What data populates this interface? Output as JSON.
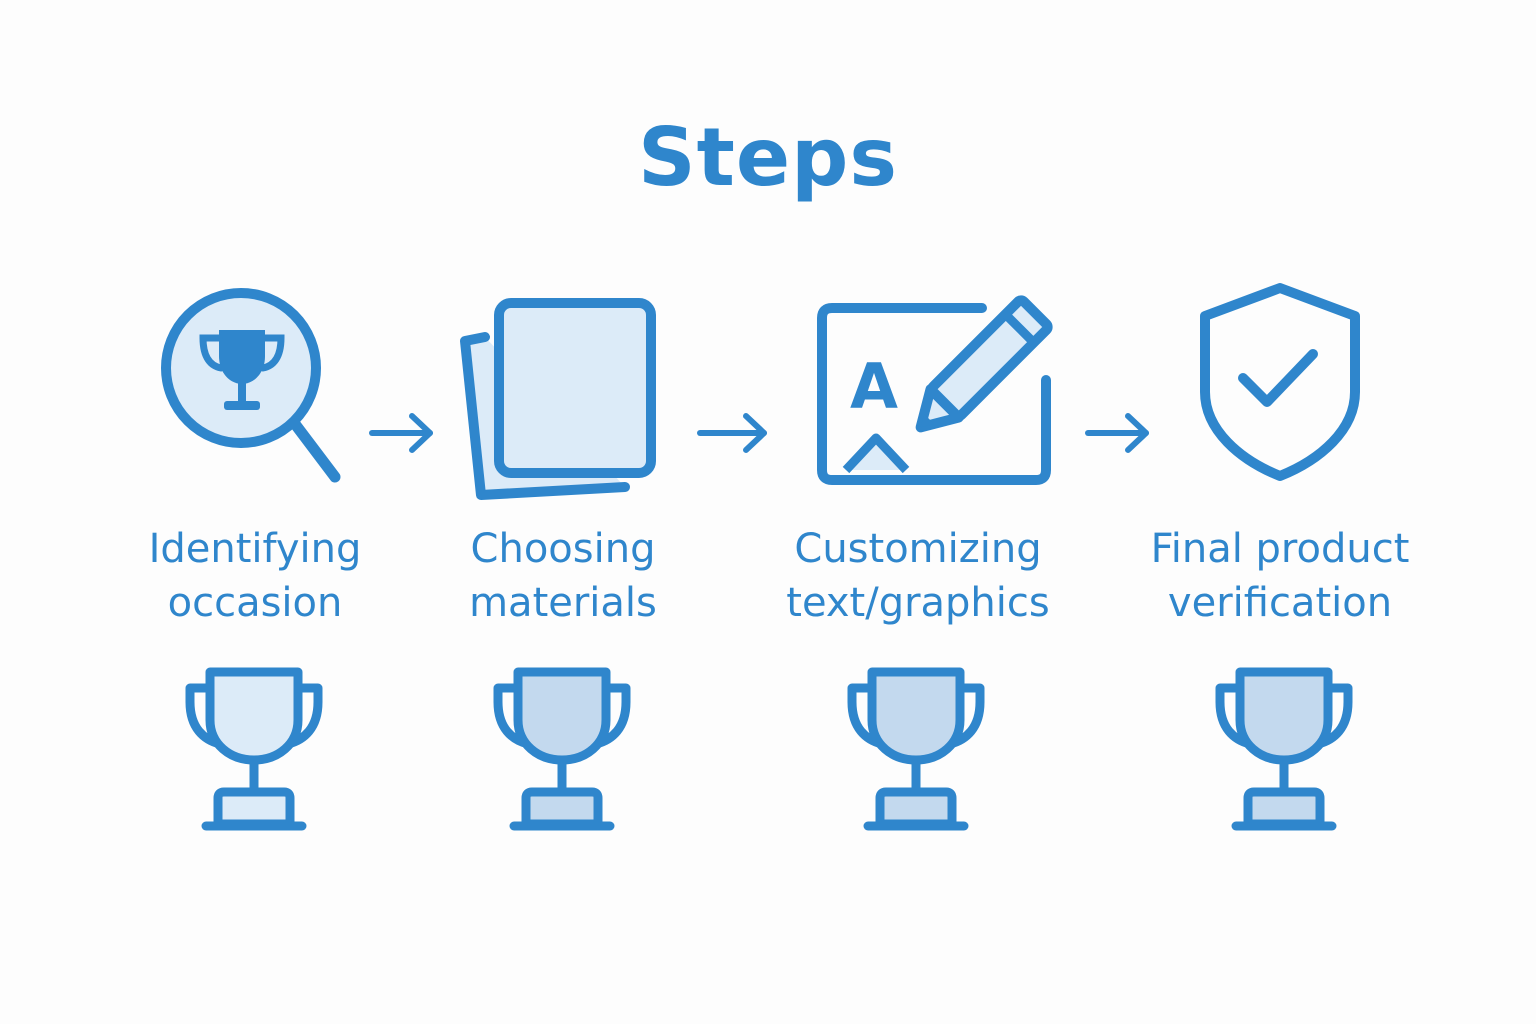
{
  "title": "Steps",
  "colors": {
    "stroke": "#2f86cc",
    "fill_light": "#dcebf8",
    "fill_mid": "#c3d9ee",
    "background": "#fdfdfd"
  },
  "steps": [
    {
      "icon": "magnifier-trophy-icon",
      "label_line1": "Identifying",
      "label_line2": "occasion",
      "trophy_icon": "trophy-icon"
    },
    {
      "icon": "documents-icon",
      "label_line1": "Choosing",
      "label_line2": "materials",
      "trophy_icon": "trophy-icon"
    },
    {
      "icon": "edit-text-graphics-icon",
      "label_line1": "Customizing",
      "label_line2": "text/graphics",
      "trophy_icon": "trophy-icon"
    },
    {
      "icon": "shield-check-icon",
      "label_line1": "Final product",
      "label_line2": "verification",
      "trophy_icon": "trophy-icon"
    }
  ],
  "connectors": [
    "arrow-right-icon",
    "arrow-right-icon",
    "arrow-right-icon"
  ],
  "icon_text": {
    "canvas_letter": "A"
  }
}
